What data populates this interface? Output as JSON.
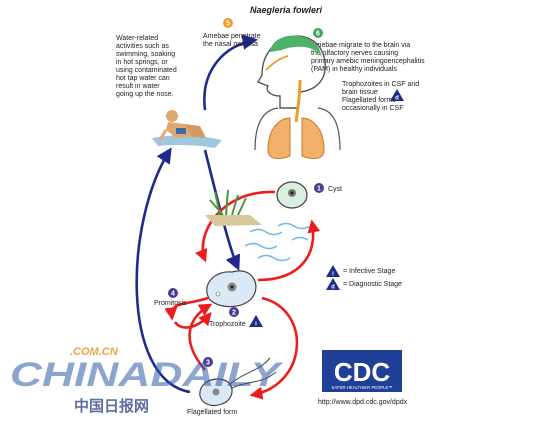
{
  "title": "Naegleria fowleri",
  "water_text": [
    "Water-related",
    "activities such as",
    "swimming, soaking",
    "in hot springs, or",
    "using contaminated",
    "hot tap water can",
    "result in water",
    "going up the nose."
  ],
  "step5": {
    "num": "5",
    "lines": [
      "Amebae penetrate",
      "the nasal mucosa"
    ]
  },
  "step6": {
    "num": "6",
    "lines": [
      "Amebae migrate to the brain via",
      "the olfactory nerves causing",
      "primary amebic meningoencephalitis",
      "(PAM) in healthy individuals"
    ]
  },
  "csf_text": {
    "lines": [
      "Trophozoites in CSF and",
      "brain tissue",
      "Flagellated forms",
      "occasionally in CSF"
    ],
    "badge": "d"
  },
  "cyst": {
    "num": "1",
    "label": "Cyst"
  },
  "legend": [
    {
      "badge": "i",
      "text": "= Infective Stage"
    },
    {
      "badge": "d",
      "text": "= Diagnostic Stage"
    }
  ],
  "promitosis": {
    "num": "4",
    "label": "Promitosis"
  },
  "trophozoite": {
    "num": "2",
    "label": "Trophozoite",
    "badge": "i"
  },
  "flagellated": {
    "num": "3",
    "label": "Flagellated form"
  },
  "cdc": {
    "logo": "CDC",
    "tagline": "SAFER·HEALTHIER·PEOPLE™",
    "url": "http://www.dpd.cdc.gov/dpdx"
  },
  "watermark": {
    "domain": ".COM.CN",
    "brand": "CHINADAILY",
    "chinese": "中国日报网"
  },
  "colors": {
    "red": "#ee1c1c",
    "navy": "#1f2a8c",
    "orange": "#f39a2b",
    "green": "#3fa65a",
    "purple": "#4a3c8c",
    "body": "#f2c98a"
  }
}
